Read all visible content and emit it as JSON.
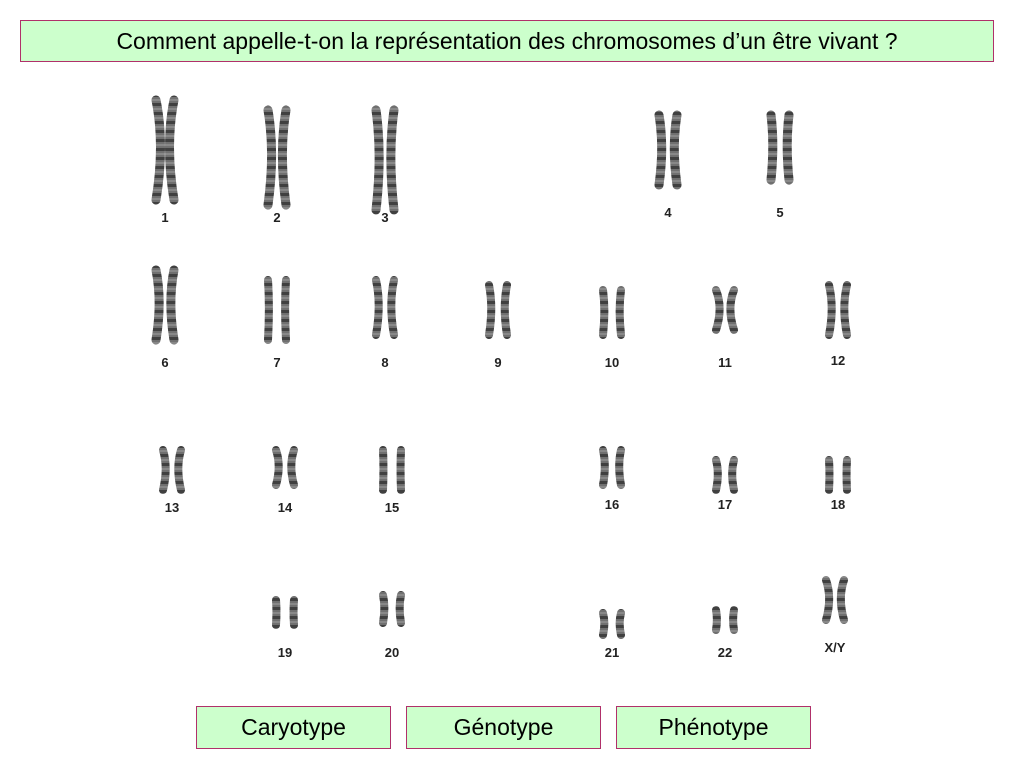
{
  "question": {
    "text": "Comment appelle-t-on la représentation des chromosomes d’un être vivant ?"
  },
  "karyotype": {
    "labels": [
      "1",
      "2",
      "3",
      "4",
      "5",
      "6",
      "7",
      "8",
      "9",
      "10",
      "11",
      "12",
      "13",
      "14",
      "15",
      "16",
      "17",
      "18",
      "19",
      "20",
      "21",
      "22",
      "X/Y"
    ]
  },
  "choices": [
    {
      "label": "Caryotype"
    },
    {
      "label": "Génotype"
    },
    {
      "label": "Phénotype"
    }
  ]
}
